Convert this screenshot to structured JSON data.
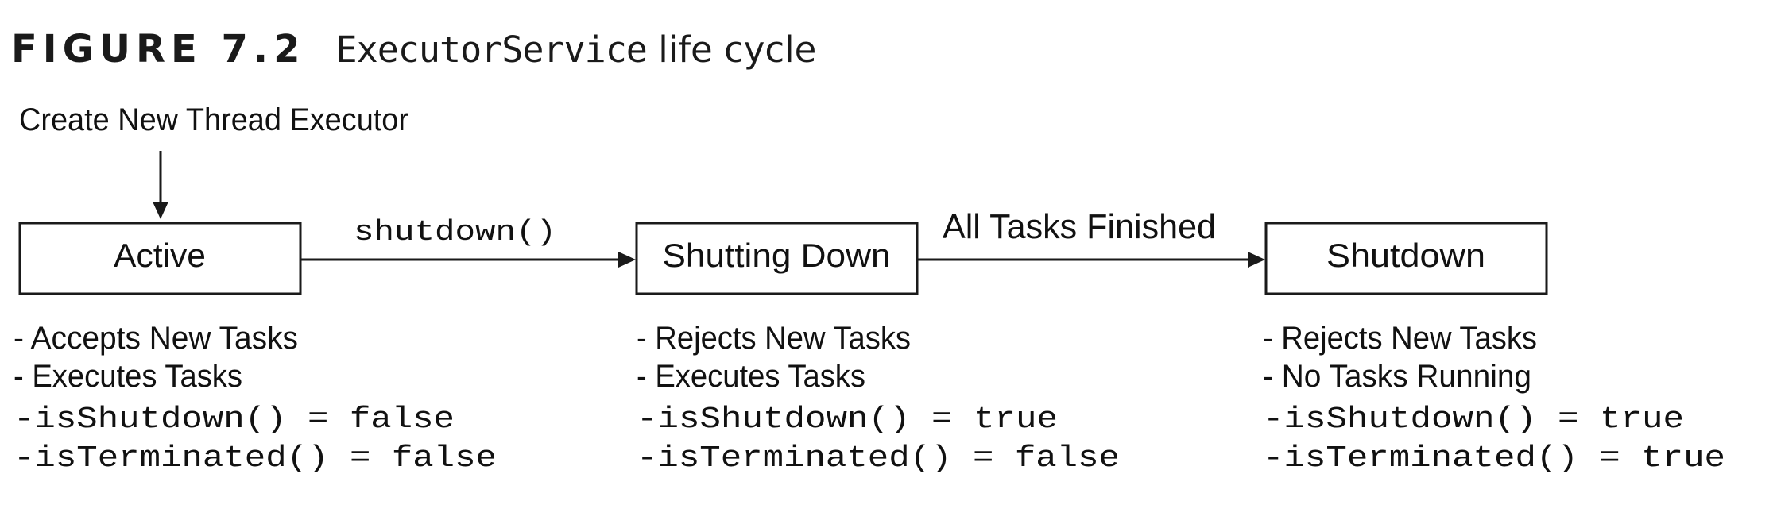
{
  "figure": {
    "label": "FIGURE 7.2",
    "caption_code": "ExecutorService",
    "caption_rest": " life cycle"
  },
  "entry": {
    "label": "Create New Thread Executor"
  },
  "states": [
    {
      "name": "Active",
      "lines": [
        "- Accepts New Tasks",
        "- Executes Tasks"
      ],
      "code_lines": [
        "-isShutdown() = false",
        "-isTerminated() = false"
      ]
    },
    {
      "name": "Shutting Down",
      "lines": [
        "- Rejects New Tasks",
        "- Executes Tasks"
      ],
      "code_lines": [
        "-isShutdown() = true",
        "-isTerminated() = false"
      ]
    },
    {
      "name": "Shutdown",
      "lines": [
        "- Rejects New Tasks",
        "- No Tasks Running"
      ],
      "code_lines": [
        "-isShutdown() = true",
        "-isTerminated() = true"
      ]
    }
  ],
  "transitions": [
    {
      "from": "Active",
      "to": "Shutting Down",
      "label": "shutdown()"
    },
    {
      "from": "Shutting Down",
      "to": "Shutdown",
      "label": "All Tasks Finished"
    }
  ]
}
